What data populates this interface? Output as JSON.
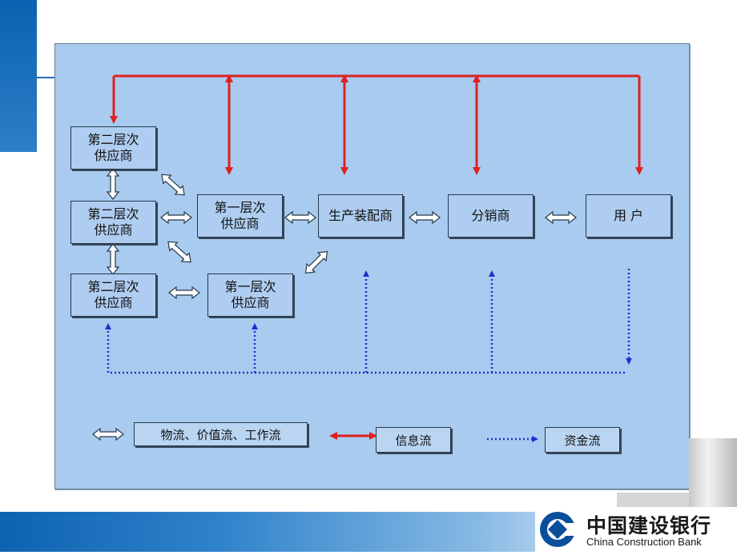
{
  "nodes": {
    "tier2_a": "第二层次\n供应商",
    "tier2_b": "第二层次\n供应商",
    "tier2_c": "第二层次\n供应商",
    "tier1_a": "第一层次\n供应商",
    "tier1_b": "第一层次\n供应商",
    "manufacturer": "生产装配商",
    "distributor": "分销商",
    "user": "用 户"
  },
  "legend": {
    "material_flow": "物流、价值流、工作流",
    "info_flow": "信息流",
    "capital_flow": "资金流"
  },
  "branding": {
    "bank_name_cn": "中国建设银行",
    "bank_name_en": "China Construction Bank"
  },
  "colors": {
    "info_flow": "#e02020",
    "capital_flow": "#1f2fd0",
    "diagram_background": "#a8cbef",
    "brand_blue": "#0a62b0"
  }
}
